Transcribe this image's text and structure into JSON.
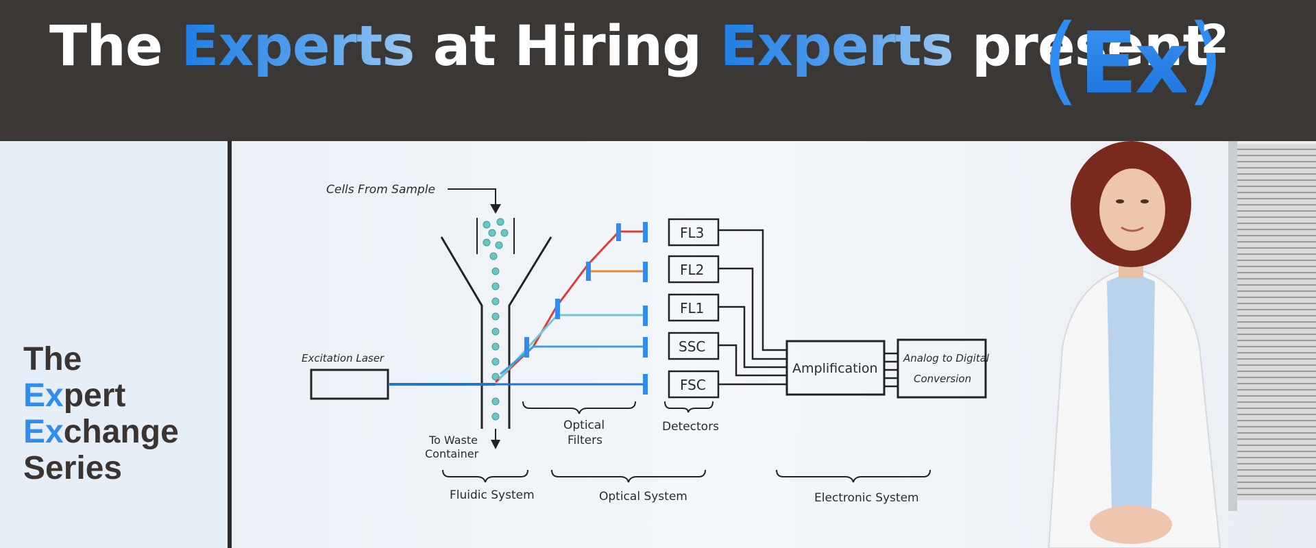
{
  "banner": {
    "headline": {
      "part1": "The ",
      "part2": "Experts",
      "part3": " at Hiring ",
      "part4": "Experts",
      "part5": " present"
    },
    "logo": {
      "open": "(",
      "text": "Ex",
      "close": ")",
      "superscript": "2"
    }
  },
  "series": {
    "line1": "The",
    "line2_accent": "Ex",
    "line2_rest": "pert",
    "line3_accent": "Ex",
    "line3_rest": "change",
    "line4": "Series"
  },
  "whiteboard": {
    "cells_from_sample": "Cells From Sample",
    "excitation_laser": "Excitation Laser",
    "to_waste_1": "To Waste",
    "to_waste_2": "Container",
    "optical_filters_1": "Optical",
    "optical_filters_2": "Filters",
    "detectors": "Detectors",
    "fl3": "FL3",
    "fl2": "FL2",
    "fl1": "FL1",
    "ssc": "SSC",
    "fsc": "FSC",
    "amplification": "Amplification",
    "adc_1": "Analog to Digital",
    "adc_2": "Conversion",
    "fluidic_system": "Fluidic System",
    "optical_system": "Optical System",
    "electronic_system": "Electronic System"
  },
  "colors": {
    "banner_bg": "#3b3735",
    "accent_blue": "#2f8cf0",
    "series_bg": "#e6eef8",
    "laser_blue": "#1f74d8",
    "fl3_red": "#e03a3a",
    "fl2_orange": "#e8863a",
    "fl1_cyan": "#6ec8d8",
    "ssc_blue": "#3aa0e0"
  }
}
